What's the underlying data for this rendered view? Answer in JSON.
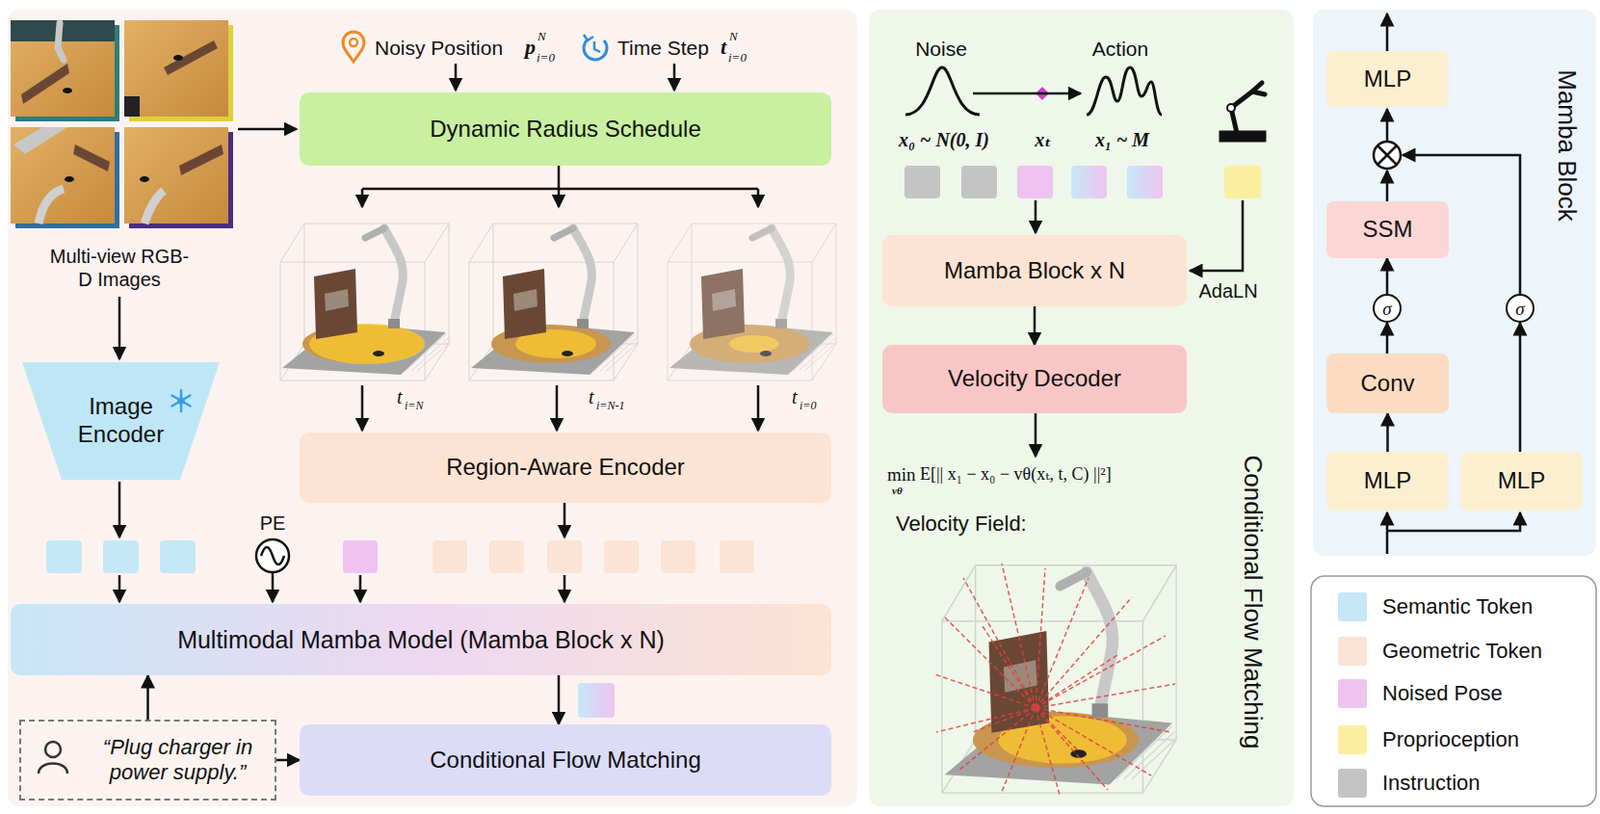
{
  "diagram": {
    "nodes": [
      {
        "text": [
          "Dynamic Radius Schedule"
        ]
      },
      {
        "text": [
          "Image Encoder"
        ]
      },
      {
        "text": [
          "Region-Aware Encoder"
        ]
      },
      {
        "text": [
          "Multimodal Mamba Model (Mamba Block x N)"
        ]
      },
      {
        "text": [
          "“Plug charger in power supply.”"
        ]
      },
      {
        "text": [
          "Conditional Flow Matching"
        ]
      },
      {
        "text": [
          "Conditional Flow Matching"
        ]
      },
      {
        "text": [
          "Mamba Block x N"
        ],
        "in": 6
      },
      {
        "text": [
          "Velocity Decoder"
        ],
        "in": 6
      },
      {
        "text": [
          "Mamba Block"
        ]
      },
      {
        "text": [
          "MLP"
        ],
        "in": 9
      },
      {
        "text": [
          "SSM"
        ],
        "in": 9
      },
      {
        "text": [
          "σ"
        ],
        "in": 9
      },
      {
        "text": [
          "σ"
        ],
        "in": 9
      },
      {
        "text": [
          "Conv"
        ],
        "in": 9
      },
      {
        "text": [
          "MLP"
        ],
        "in": 9
      },
      {
        "text": [
          "MLP"
        ],
        "in": 9
      }
    ],
    "edges": [
      {
        "from": 4,
        "to": 3,
        "arrow": "to"
      },
      {
        "from": 4,
        "to": 5,
        "arrow": "to"
      },
      {
        "from": 3,
        "to": 5,
        "arrow": "to"
      },
      {
        "from": 7,
        "to": 8,
        "arrow": "to"
      },
      {
        "from": 15,
        "to": 14,
        "arrow": "to"
      },
      {
        "from": 14,
        "to": 12,
        "arrow": "to"
      },
      {
        "from": 12,
        "to": 11,
        "arrow": "to"
      },
      {
        "from": 16,
        "to": 13,
        "arrow": "to"
      }
    ],
    "labels": [
      "Noisy Position",
      "p",
      "N",
      "i=0",
      "Time Step",
      "t",
      "N",
      "i=0",
      "Multi-view RGB-D Images",
      "t",
      "i=N",
      "t",
      "i=N-1",
      "t",
      "i=0",
      "PE",
      "Noise",
      "Action",
      "x₀ ~ N(0, I)",
      "xₜ",
      "x₁ ~ M",
      "AdaLN",
      "min",
      "vθ",
      "E[|| x₁ − x₀ − vθ(xₜ, t, C) ||²]",
      "Velocity Field:"
    ],
    "legend": [
      {
        "text": "Semantic Token",
        "color": "#c6e7f7"
      },
      {
        "text": "Geometric Token",
        "color": "#fbe3d5"
      },
      {
        "text": "Noised Pose",
        "color": "#efc3f0"
      },
      {
        "text": "Proprioception",
        "color": "#fbef9f"
      },
      {
        "text": "Instruction",
        "color": "#c4c4c4"
      }
    ]
  }
}
